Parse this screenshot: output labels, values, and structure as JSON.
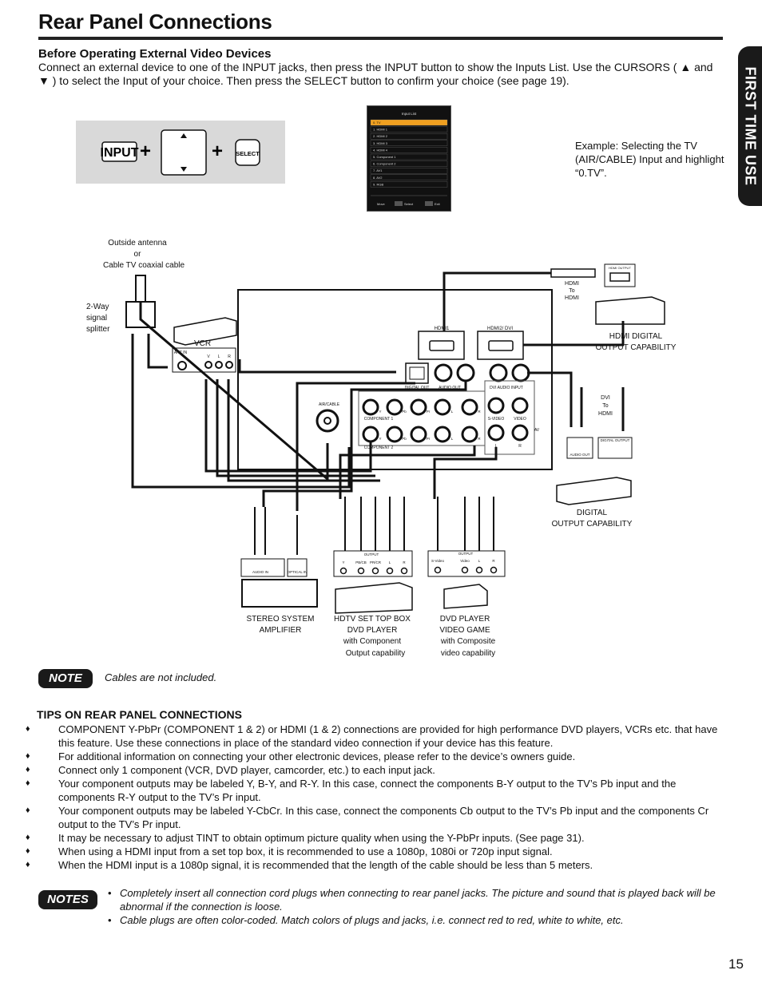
{
  "title": "Rear Panel Connections",
  "side_tab": "FIRST TIME USE",
  "section_heading": "Before Operating External Video Devices",
  "intro": "Connect an external device to one of the INPUT jacks, then press the INPUT button to show the Inputs List. Use the CURSORS ( ▲ and ▼ ) to select the Input of your choice. Then press the SELECT button to confirm your choice (see page 19).",
  "remote": {
    "input_label": "INPUT",
    "plus": "+",
    "select_label": "SELECT"
  },
  "tv_menu": {
    "title": "Input List",
    "items": [
      "0. TV",
      "1. HDMI 1",
      "2. HDMI 2",
      "3. HDMI 3",
      "4. HDMI 4",
      "5. Component 1",
      "6. Component 2",
      "7. AV1",
      "8. AV2",
      "9. RGB"
    ],
    "footer": {
      "move": "Move",
      "select": "Select",
      "exit": "Exit"
    }
  },
  "example_text": "Example:  Selecting the TV (AIR/CABLE) Input and highlight “0.TV”.",
  "diagram": {
    "antenna_label": [
      "Outside antenna",
      "or",
      "Cable TV coaxial cable"
    ],
    "splitter_label": [
      "2-Way",
      "signal",
      "splitter"
    ],
    "vcr_label": "VCR",
    "vcr_ports": [
      "ANT IN",
      "V",
      "L",
      "R"
    ],
    "hdmi_cable_label": [
      "HDMI",
      "To",
      "HDMI"
    ],
    "hdmi_output_label": "HDMI OUTPUT",
    "hdmi_device_label": [
      "HDMI DIGITAL",
      "OUTPUT CAPABILITY"
    ],
    "dvi_cable_label": [
      "DVI",
      "To",
      "HDMI"
    ],
    "panel": {
      "hdmi1": "HDMI1",
      "hdmi2": "HDMI2/ DVI",
      "digital_out": "DIGITAL OUT",
      "audio_out": "AUDIO OUT",
      "dvi_audio_input": "DVI AUDIO INPUT",
      "air_cable": "AIR/CABLE",
      "component1": "COMPONENT 1",
      "component2": "COMPONENT 2",
      "jack_labels": [
        "Y",
        "Pb",
        "Pr",
        "L",
        "R"
      ],
      "svideo": "S-VIDEO",
      "video": "VIDEO",
      "av": "AV",
      "lr": [
        "L",
        "R"
      ]
    },
    "digital_out_ports": [
      "AUDIO OUT",
      "DIGITAL OUTPUT"
    ],
    "digital_device_label": [
      "DIGITAL",
      "OUTPUT CAPABILITY"
    ],
    "stereo_ports": [
      "AUDIO IN",
      "OPTICAL IN"
    ],
    "stereo_label": [
      "STEREO SYSTEM",
      "AMPLIFIER"
    ],
    "hdtv_output": {
      "title": "OUTPUT",
      "ports": [
        "Y",
        "PB/CB",
        "PR/CR",
        "L",
        "R"
      ]
    },
    "hdtv_label": [
      "HDTV SET TOP BOX",
      "DVD PLAYER",
      "with Component",
      "Output capability"
    ],
    "dvd_output": {
      "title": "OUTPUT",
      "ports": [
        "S-Video",
        "Video",
        "L",
        "R"
      ]
    },
    "dvd_label": [
      "DVD PLAYER",
      "VIDEO GAME",
      "with Composite",
      "video capability"
    ]
  },
  "note_badge": "NOTE",
  "note_text": "Cables are not included.",
  "tips_heading": "TIPS ON REAR PANEL CONNECTIONS",
  "tips": [
    "COMPONENT Y-PbPr (COMPONENT 1 & 2) or HDMI (1 & 2) connections are provided for high performance DVD players, VCRs etc. that have this feature. Use these connections in place of the standard video connection if your device has this feature.",
    "For additional information on connecting your other electronic devices, please refer to the device’s owners guide.",
    "Connect only 1 component (VCR, DVD player, camcorder, etc.) to each input jack.",
    "Your component outputs may be labeled Y, B-Y, and R-Y. In this case, connect the components B-Y output to the TV’s Pb input and the components R-Y output to the TV’s Pr input.",
    "Your component outputs may be labeled Y-CbCr. In this case, connect the components Cb output to the TV’s Pb input and the components Cr output to the TV’s Pr input.",
    "It may be necessary to adjust TINT to obtain optimum picture quality when using the Y-PbPr inputs. (See page 31).",
    "When using a HDMI input from a set top box, it is recommended to use a 1080p, 1080i or 720p input signal.",
    "When the HDMI input is a 1080p signal, it is recommended that the length of the cable should be less than 5 meters."
  ],
  "notes_badge": "NOTES",
  "notes": [
    "Completely insert all connection cord plugs when connecting to rear panel jacks. The picture and sound that is played back will be abnormal if the connection is loose.",
    "Cable plugs are often color-coded. Match colors of plugs and jacks, i.e. connect red to red, white to white, etc."
  ],
  "page_number": "15"
}
